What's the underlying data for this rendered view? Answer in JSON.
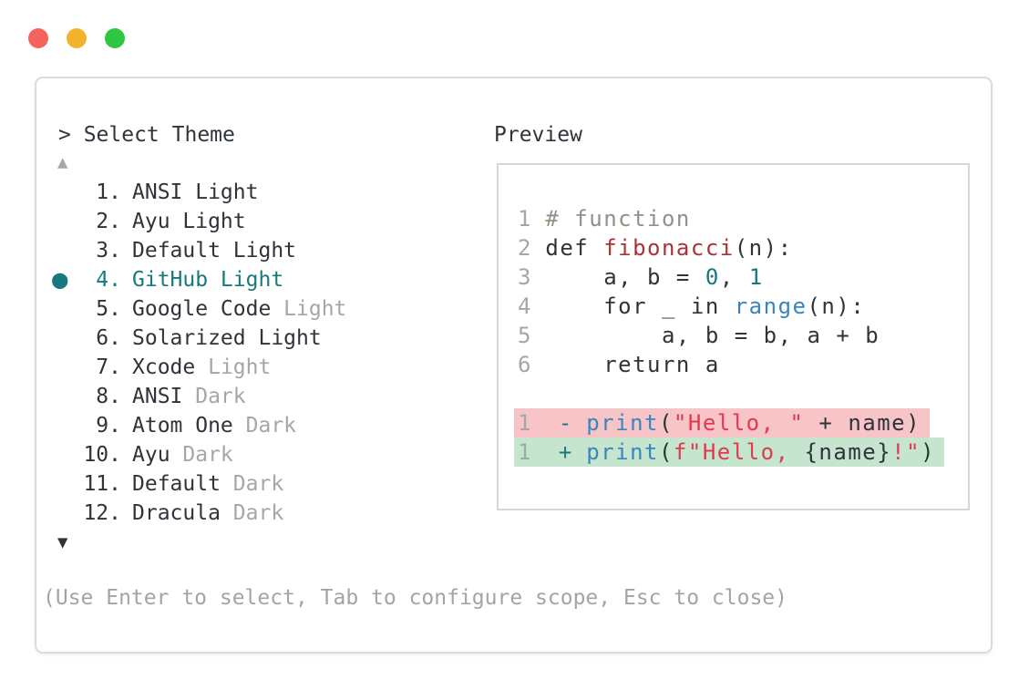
{
  "window": {
    "controls": [
      {
        "name": "close",
        "color": "#f4635e",
        "css": "background-color:#f4635e"
      },
      {
        "name": "minimize",
        "color": "#f4b32e",
        "css": "background-color:#f4b32e"
      },
      {
        "name": "zoom",
        "color": "#2fc640",
        "css": "background-color:#2fc640"
      }
    ]
  },
  "picker": {
    "title": "> Select Theme",
    "scroll_up": "▲",
    "scroll_down": "▼",
    "items": [
      {
        "number": "1.",
        "name": "ANSI Light",
        "suffix": "",
        "marker": "",
        "selected": false
      },
      {
        "number": "2.",
        "name": "Ayu Light",
        "suffix": "",
        "marker": "",
        "selected": false
      },
      {
        "number": "3.",
        "name": "Default Light",
        "suffix": "",
        "marker": "",
        "selected": false
      },
      {
        "number": "4.",
        "name": "GitHub Light",
        "suffix": "",
        "marker": "●",
        "selected": true
      },
      {
        "number": "5.",
        "name": "Google Code",
        "suffix": "Light",
        "marker": "",
        "selected": false
      },
      {
        "number": "6.",
        "name": "Solarized Light",
        "suffix": "",
        "marker": "",
        "selected": false
      },
      {
        "number": "7.",
        "name": "Xcode",
        "suffix": "Light",
        "marker": "",
        "selected": false
      },
      {
        "number": "8.",
        "name": "ANSI",
        "suffix": "Dark",
        "marker": "",
        "selected": false
      },
      {
        "number": "9.",
        "name": "Atom One",
        "suffix": "Dark",
        "marker": "",
        "selected": false
      },
      {
        "number": "10.",
        "name": "Ayu",
        "suffix": "Dark",
        "marker": "",
        "selected": false
      },
      {
        "number": "11.",
        "name": "Default",
        "suffix": "Dark",
        "marker": "",
        "selected": false
      },
      {
        "number": "12.",
        "name": "Dracula",
        "suffix": "Dark",
        "marker": "",
        "selected": false
      }
    ],
    "help": "(Use Enter to select, Tab to configure scope, Esc to close)"
  },
  "preview": {
    "label": "Preview",
    "lines": [
      {
        "num": "1",
        "tokens": [
          {
            "t": "# function",
            "c": "comment"
          }
        ]
      },
      {
        "num": "2",
        "tokens": [
          {
            "t": "def ",
            "c": "plain"
          },
          {
            "t": "fibonacci",
            "c": "func"
          },
          {
            "t": "(n):",
            "c": "plain"
          }
        ]
      },
      {
        "num": "3",
        "tokens": [
          {
            "t": "    a, b = ",
            "c": "plain"
          },
          {
            "t": "0",
            "c": "number"
          },
          {
            "t": ", ",
            "c": "plain"
          },
          {
            "t": "1",
            "c": "number"
          }
        ]
      },
      {
        "num": "4",
        "tokens": [
          {
            "t": "    for _ in ",
            "c": "plain"
          },
          {
            "t": "range",
            "c": "builtin"
          },
          {
            "t": "(n):",
            "c": "plain"
          }
        ]
      },
      {
        "num": "5",
        "tokens": [
          {
            "t": "        a, b = b, a + b",
            "c": "plain"
          }
        ]
      },
      {
        "num": "6",
        "tokens": [
          {
            "t": "    return a",
            "c": "plain"
          }
        ]
      }
    ],
    "diff": [
      {
        "num": "1",
        "sign": "-",
        "tokens": [
          {
            "t": "print",
            "c": "builtin"
          },
          {
            "t": "(",
            "c": "plain"
          },
          {
            "t": "\"Hello, \"",
            "c": "string"
          },
          {
            "t": " + name)",
            "c": "plain"
          }
        ]
      },
      {
        "num": "1",
        "sign": "+",
        "tokens": [
          {
            "t": "print",
            "c": "builtin"
          },
          {
            "t": "(",
            "c": "plain"
          },
          {
            "t": "f\"Hello, ",
            "c": "string"
          },
          {
            "t": "{name}",
            "c": "plain"
          },
          {
            "t": "!\"",
            "c": "string"
          },
          {
            "t": ")",
            "c": "plain"
          }
        ]
      }
    ]
  },
  "colors": {
    "accent_teal": "#17797d",
    "text_dark": "#2e343a",
    "muted_gray": "#a4a7a7",
    "comment_gray_green": "#8e9383",
    "function_red": "#a93438",
    "string_red": "#df3a50",
    "builtin_blue": "#3a85bd",
    "diff_removed_bg": "#f7c4c8",
    "diff_added_bg": "#c5e5ce",
    "window_border": "#dadbdb"
  }
}
